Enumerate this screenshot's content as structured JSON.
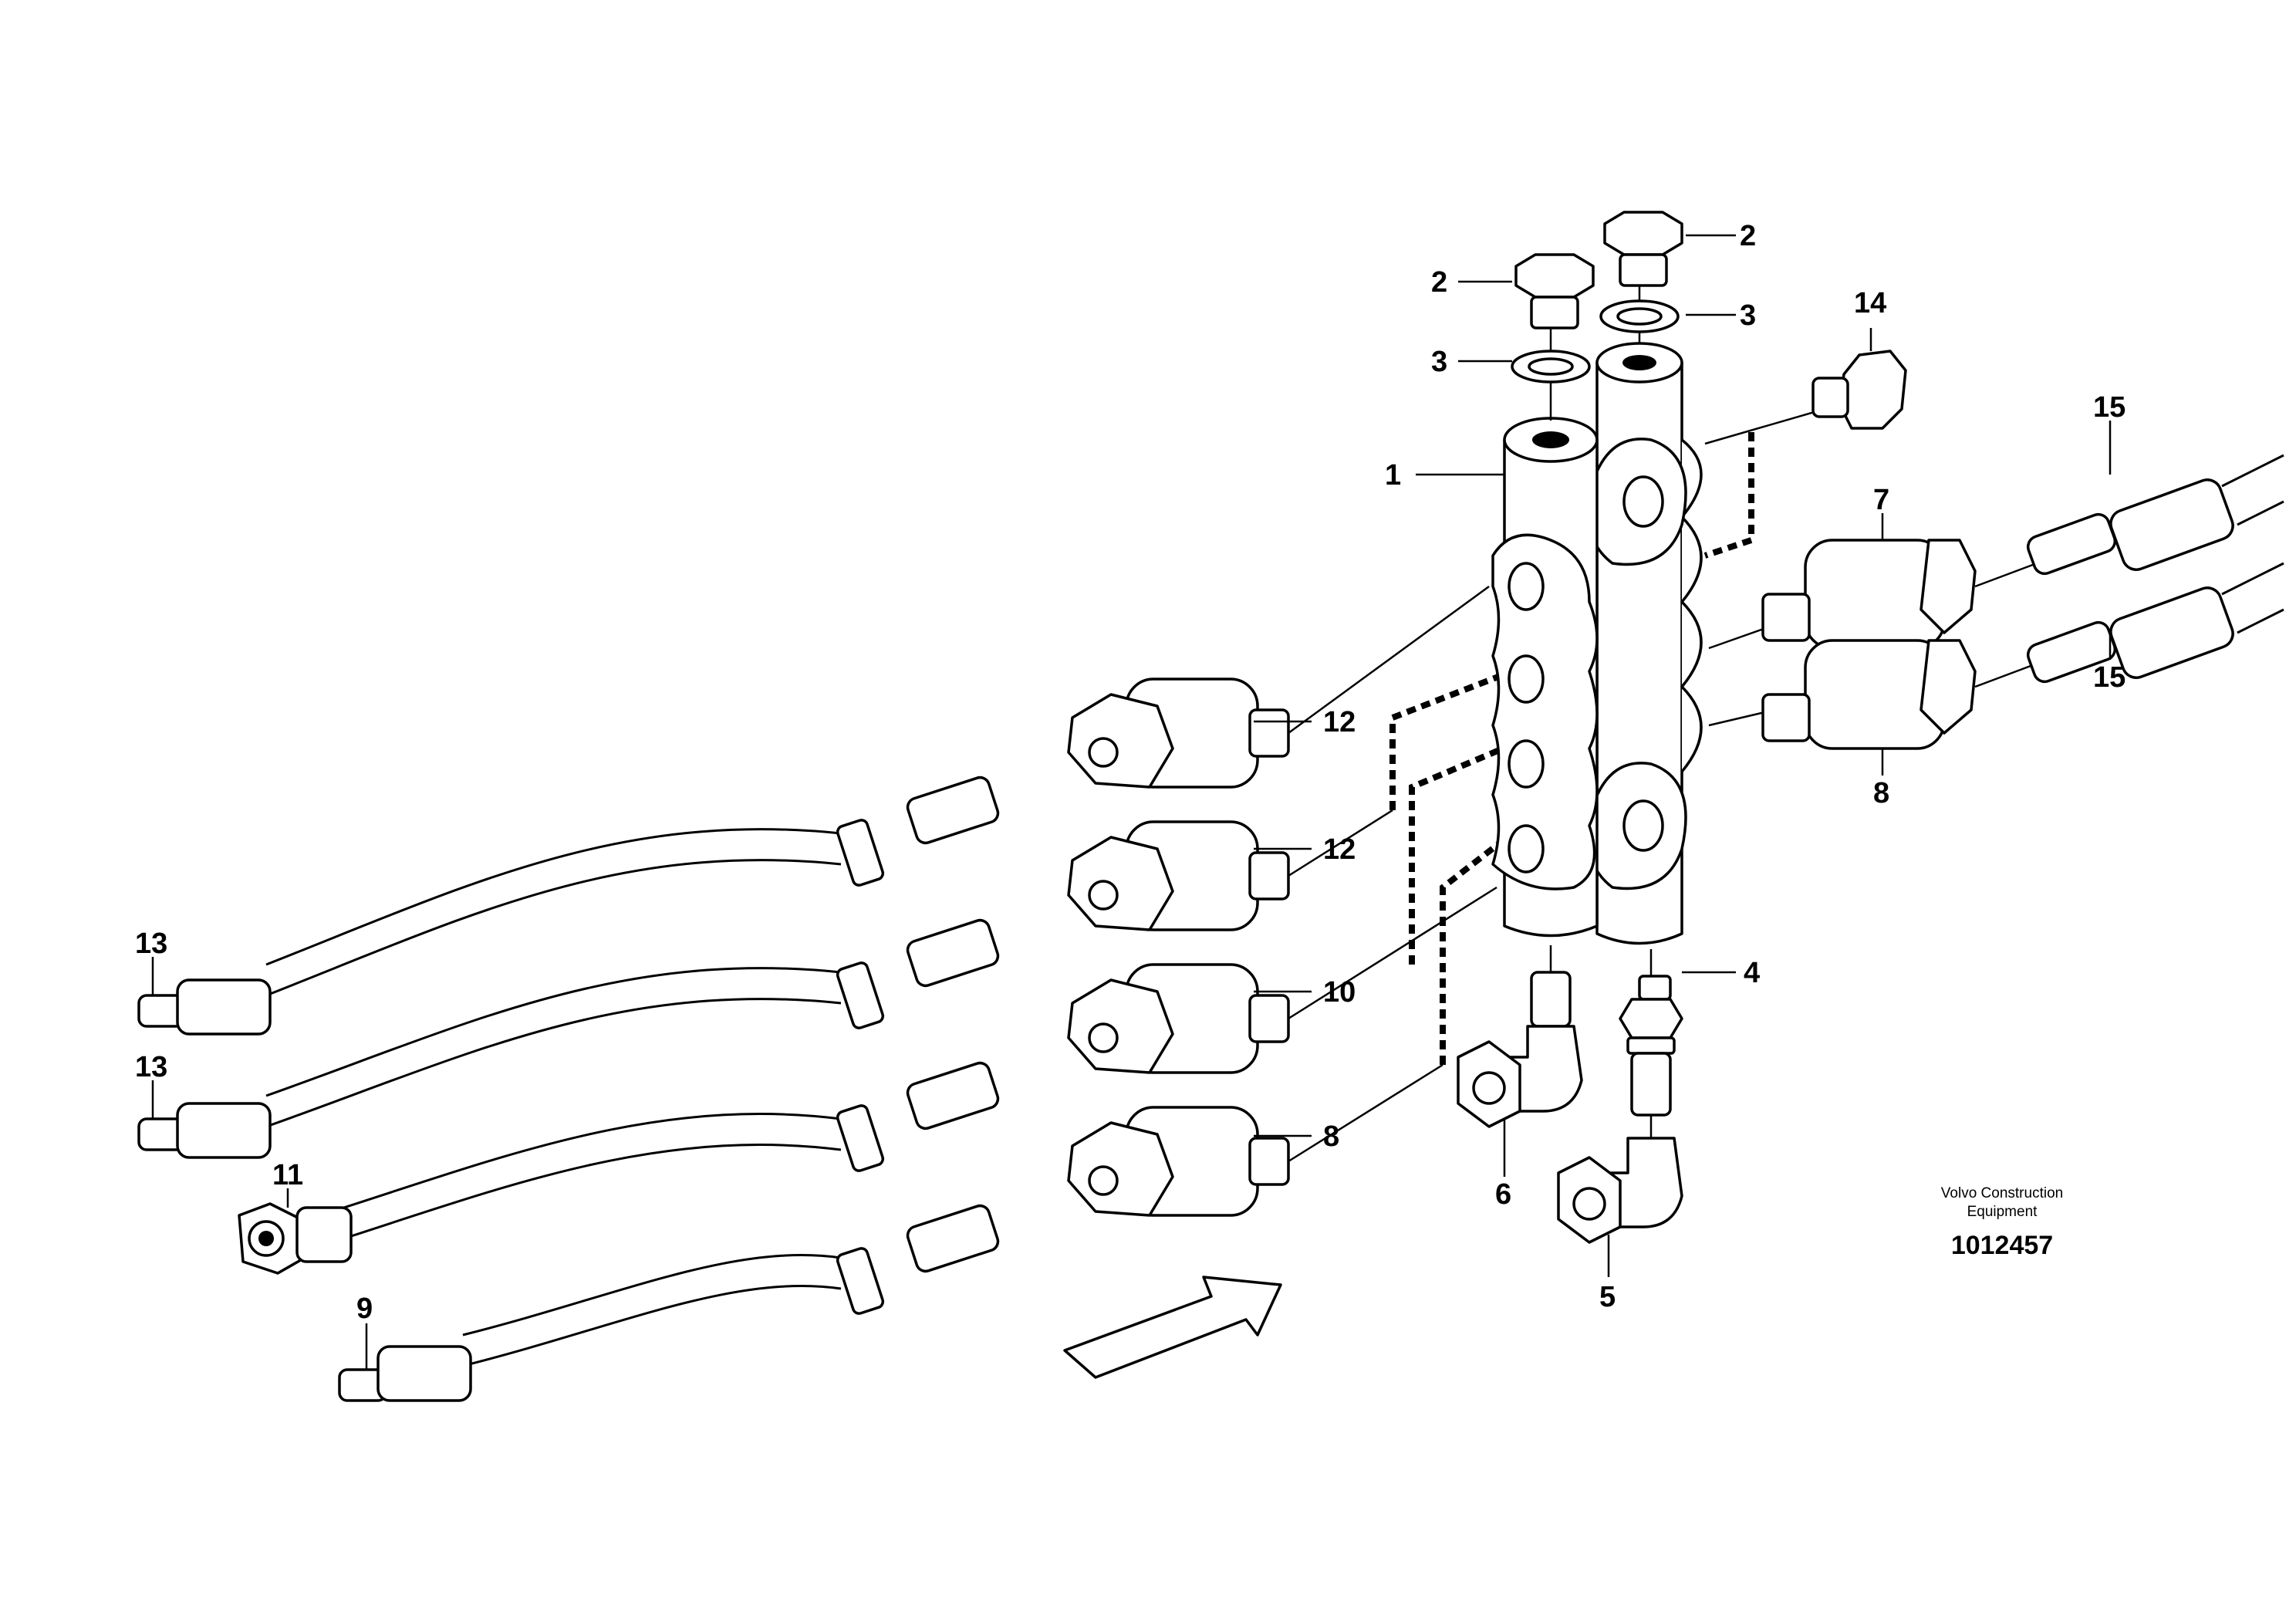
{
  "callouts": {
    "c1": "1",
    "c2a": "2",
    "c2b": "2",
    "c3a": "3",
    "c3b": "3",
    "c4": "4",
    "c5": "5",
    "c6": "6",
    "c7": "7",
    "c8a": "8",
    "c8b": "8",
    "c9": "9",
    "c10": "10",
    "c11": "11",
    "c12a": "12",
    "c12b": "12",
    "c13a": "13",
    "c13b": "13",
    "c14": "14",
    "c15a": "15",
    "c15b": "15"
  },
  "credit": {
    "line1": "Volvo Construction",
    "line2": "Equipment",
    "number": "1012457"
  }
}
